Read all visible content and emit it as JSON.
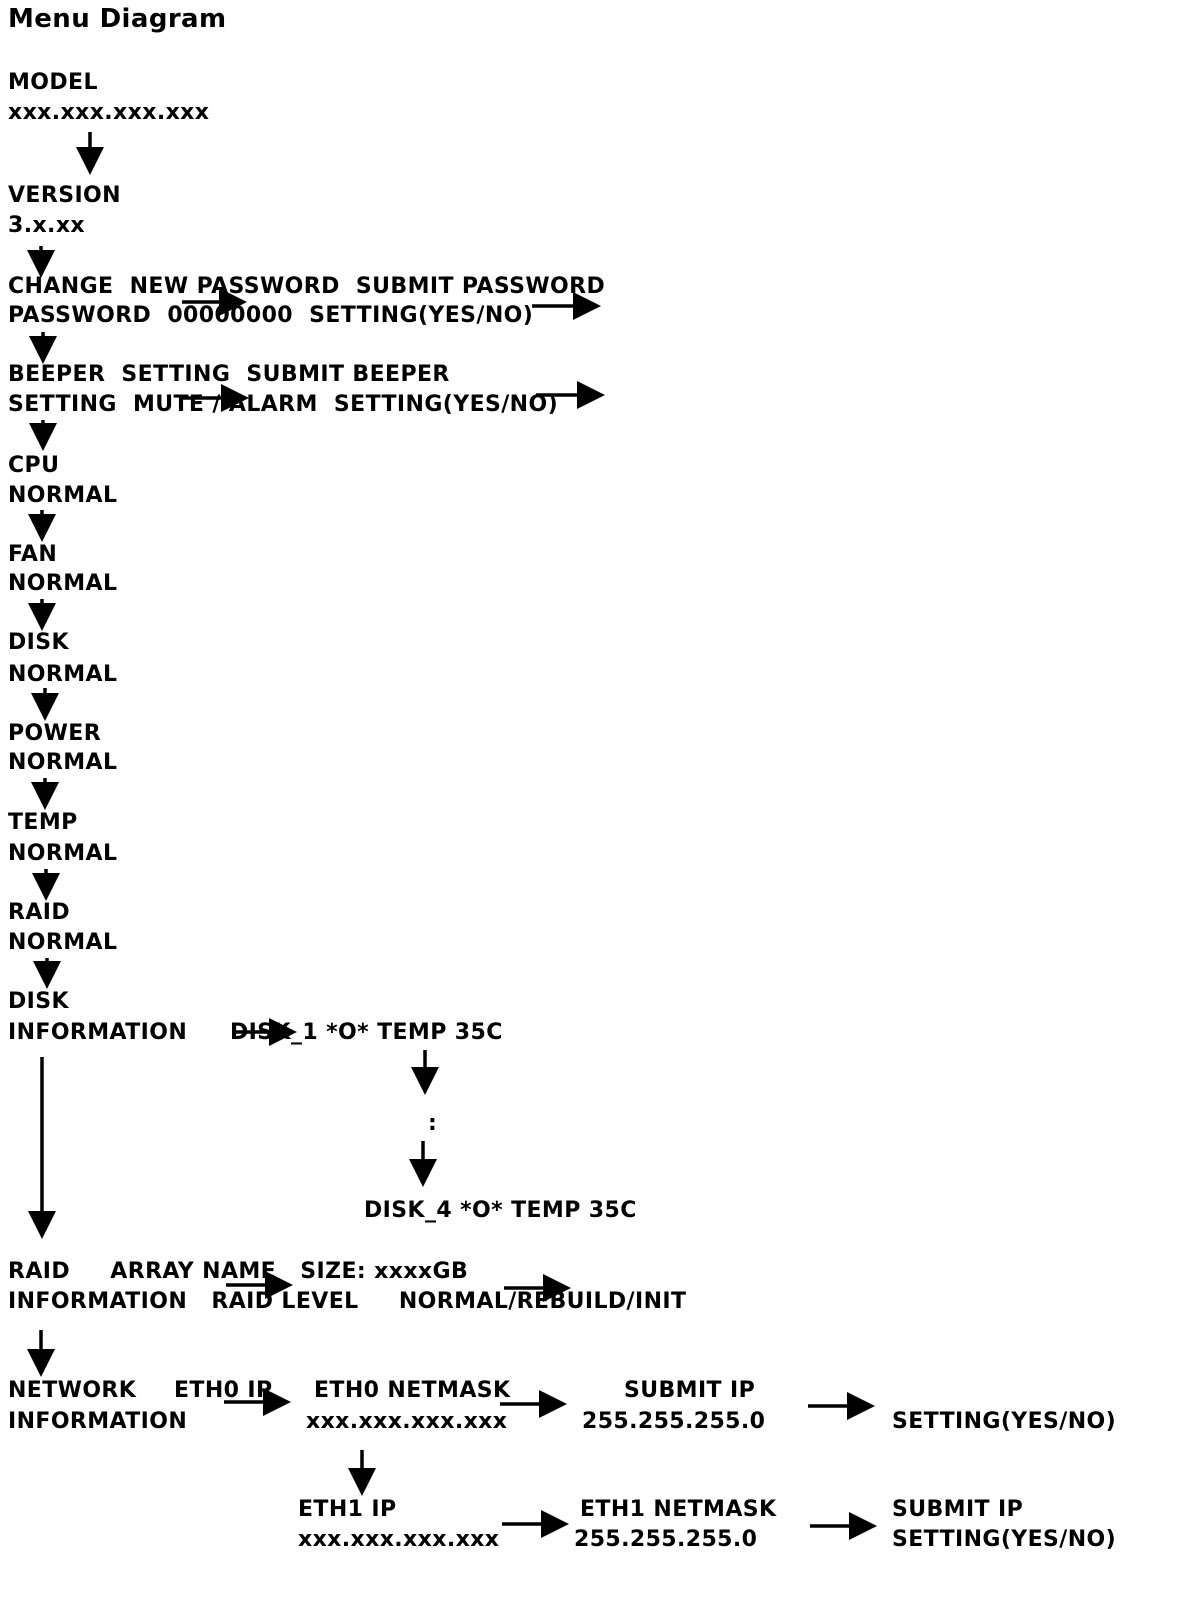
{
  "title": "Menu Diagram",
  "colors": {
    "text": "#000000",
    "background": "#ffffff"
  },
  "menu": {
    "model": {
      "label": "MODEL",
      "value": "xxx.xxx.xxx.xxx"
    },
    "version": {
      "label": "VERSION",
      "value": "3.x.xx"
    },
    "change_password": {
      "line1": "CHANGE  NEW PASSWORD  SUBMIT PASSWORD",
      "line2": "PASSWORD  00000000  SETTING(YES/NO)"
    },
    "beeper": {
      "line1": "BEEPER  SETTING  SUBMIT BEEPER",
      "line2": "SETTING  MUTE / ALARM  SETTING(YES/NO)"
    },
    "cpu": {
      "label": "CPU",
      "value": "NORMAL"
    },
    "fan": {
      "label": "FAN",
      "value": "NORMAL"
    },
    "disk": {
      "label": "DISK",
      "value": "NORMAL"
    },
    "power": {
      "label": "POWER",
      "value": "NORMAL"
    },
    "temp": {
      "label": "TEMP",
      "value": "NORMAL"
    },
    "raid": {
      "label": "RAID",
      "value": "NORMAL"
    },
    "disk_info": {
      "label1": "DISK",
      "label2": "INFORMATION",
      "first_disk": "DISK_1 *O* TEMP 35C",
      "ellipsis": ":",
      "last_disk": "DISK_4 *O* TEMP 35C"
    },
    "raid_info": {
      "line1": "RAID     ARRAY NAME   SIZE: xxxxGB",
      "line2": "INFORMATION   RAID LEVEL     NORMAL/REBUILD/INIT"
    },
    "network_info": {
      "label1": "NETWORK",
      "label2": "INFORMATION",
      "eth0_ip_label": "ETH0 IP",
      "eth0_netmask_label": "ETH0 NETMASK",
      "eth0_ip_value": "xxx.xxx.xxx.xxx",
      "submit_ip_label": "SUBMIT IP",
      "netmask_value": "255.255.255.0",
      "submit_setting": "SETTING(YES/NO)",
      "eth1_ip_label": "ETH1 IP",
      "eth1_ip_value": "xxx.xxx.xxx.xxx",
      "eth1_netmask_label": "ETH1 NETMASK",
      "eth1_netmask_value": "255.255.255.0",
      "eth1_submit_label": "SUBMIT IP",
      "eth1_submit_setting": "SETTING(YES/NO)"
    }
  }
}
